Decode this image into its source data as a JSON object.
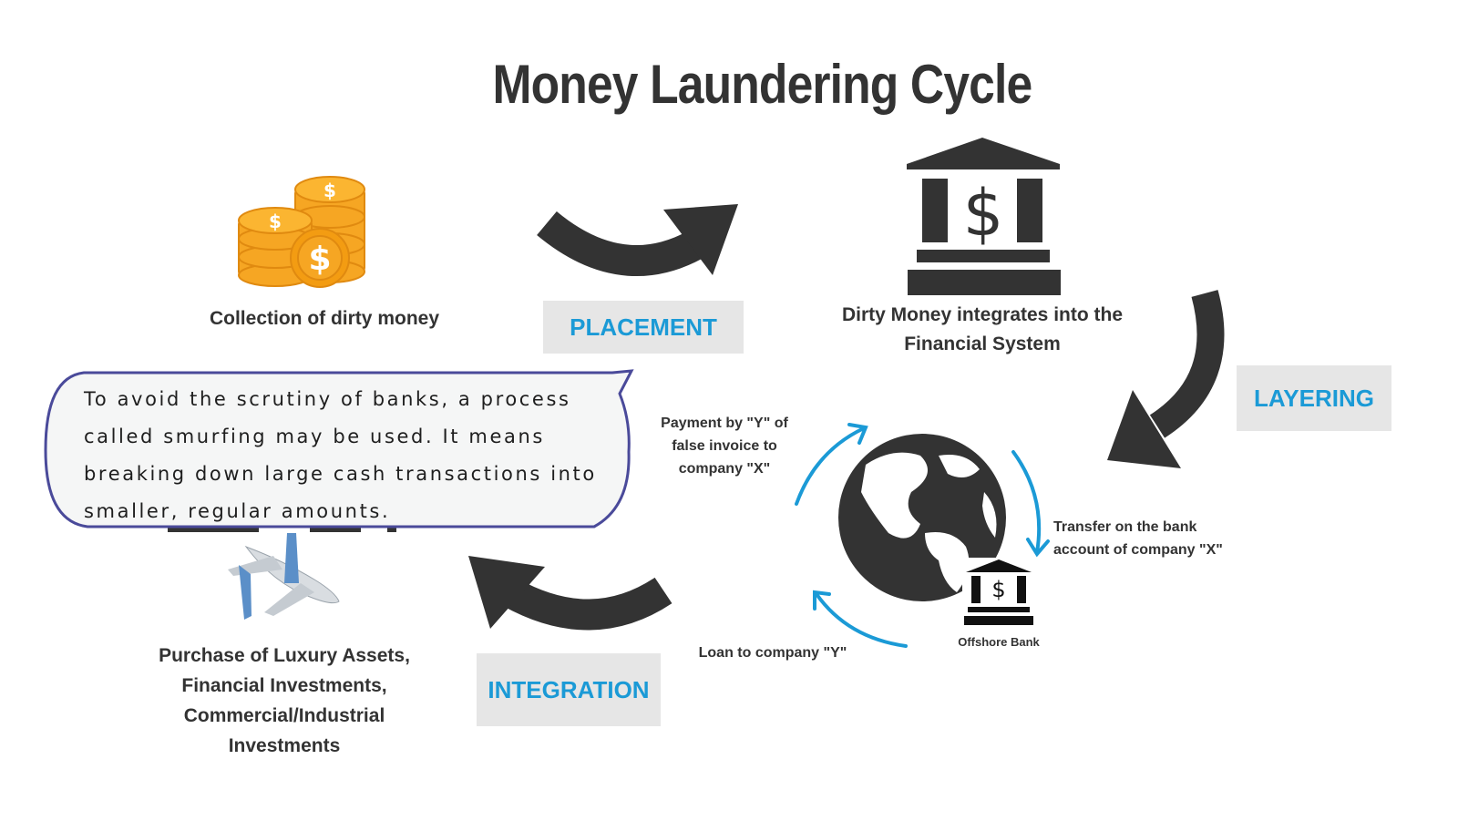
{
  "title": "Money Laundering Cycle",
  "nodes": {
    "collection": "Collection of dirty money",
    "financial_system": [
      "Dirty Money integrates into the",
      "Financial System"
    ],
    "luxury": [
      "Purchase of Luxury Assets,",
      "Financial Investments,",
      "Commercial/Industrial",
      "Investments"
    ]
  },
  "stages": {
    "placement": "PLACEMENT",
    "layering": "LAYERING",
    "integration": "INTEGRATION"
  },
  "layering_cycle": {
    "payment": [
      "Payment by \"Y\" of",
      "false invoice to",
      "company \"X\""
    ],
    "transfer": [
      "Transfer on the bank",
      "account of company \"X\""
    ],
    "loan": "Loan to company \"Y\"",
    "offshore_bank": "Offshore Bank"
  },
  "callout": {
    "text": "To avoid the scrutiny of banks, a process called smurfing may be used. It means breaking down large cash transactions into smaller, regular amounts."
  },
  "colors": {
    "arrow_dark": "#333333",
    "accent_blue": "#1b9ad6",
    "coin_orange": "#f6a623",
    "stage_bg": "#e6e6e6",
    "callout_border": "#4a4a9a"
  }
}
